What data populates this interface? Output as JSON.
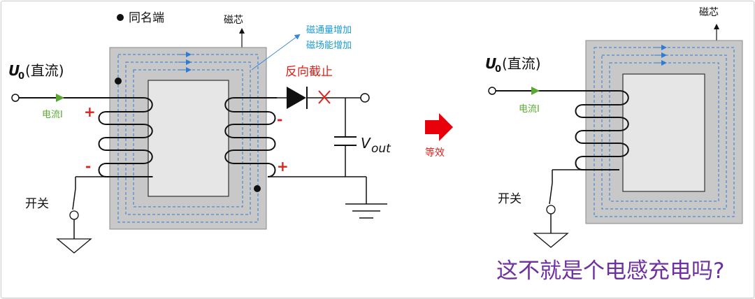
{
  "left": {
    "legend_dot_label": "同名端",
    "core_label": "磁芯",
    "flux_annotation_line1": "磁通量增加",
    "flux_annotation_line2": "磁场能增加",
    "input_label_main": "U",
    "input_label_sub": "0",
    "input_label_rest": "(直流)",
    "current_label": "电流I",
    "primary_plus": "+",
    "primary_minus": "-",
    "secondary_minus": "-",
    "secondary_plus": "+",
    "diode_state": "反向截止",
    "output_label_main": "V",
    "output_label_sub": "out",
    "switch_label": "开关"
  },
  "middle": {
    "equivalent_label": "等效"
  },
  "right": {
    "core_label": "磁芯",
    "input_label_main": "U",
    "input_label_sub": "0",
    "input_label_rest": "(直流)",
    "current_label": "电流I",
    "switch_label": "开关",
    "question": "这不就是个电感充电吗?"
  },
  "colors": {
    "core": "#c8c8c8",
    "window": "#e6e6e6",
    "flux": "#2e7bd6",
    "current_arrow": "#5aa832",
    "polarity": "#e0201b",
    "annotation_blue": "#1a9ad6",
    "question_purple": "#7030a0"
  }
}
